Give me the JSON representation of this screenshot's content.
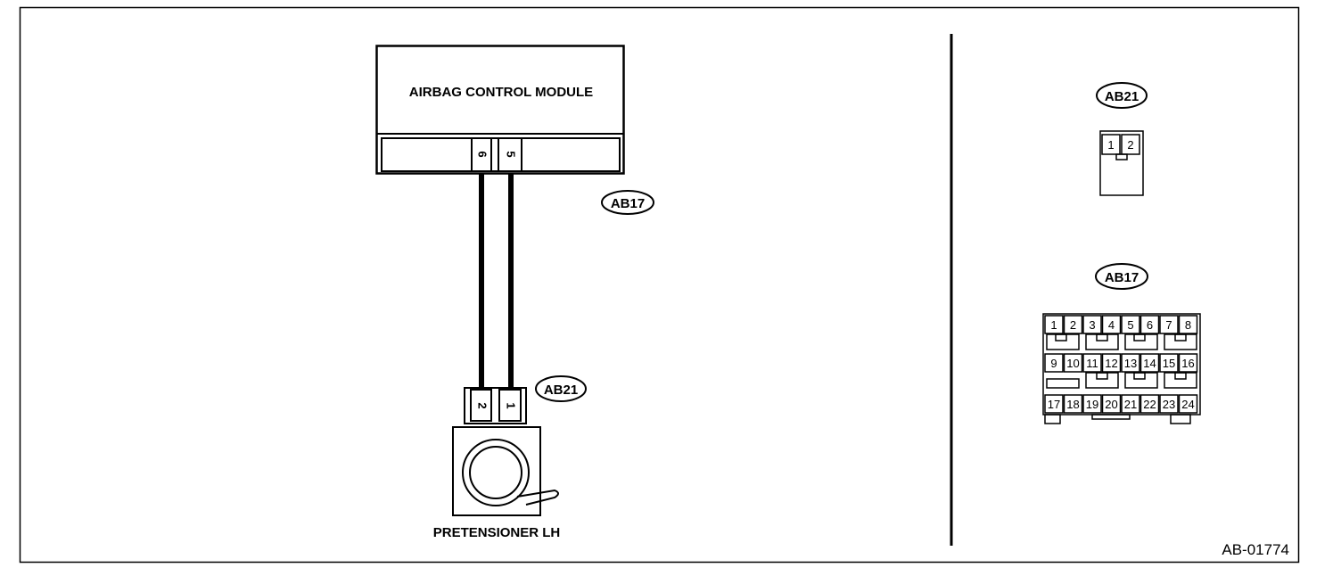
{
  "module": {
    "label": "AIRBAG CONTROL MODULE",
    "terminals": [
      "6",
      "5"
    ]
  },
  "connectors": {
    "module_ref": "AB17",
    "pretensioner_ref": "AB21"
  },
  "pretensioner": {
    "label": "PRETENSIONER LH",
    "terminals": [
      "2",
      "1"
    ]
  },
  "legend": {
    "ab21": {
      "ref": "AB21",
      "pins": [
        "1",
        "2"
      ]
    },
    "ab17": {
      "ref": "AB17",
      "rows": [
        [
          "1",
          "2",
          "3",
          "4",
          "5",
          "6",
          "7",
          "8"
        ],
        [
          "9",
          "10",
          "11",
          "12",
          "13",
          "14",
          "15",
          "16"
        ],
        [
          "17",
          "18",
          "19",
          "20",
          "21",
          "22",
          "23",
          "24"
        ]
      ]
    }
  },
  "figure_code": "AB-01774"
}
